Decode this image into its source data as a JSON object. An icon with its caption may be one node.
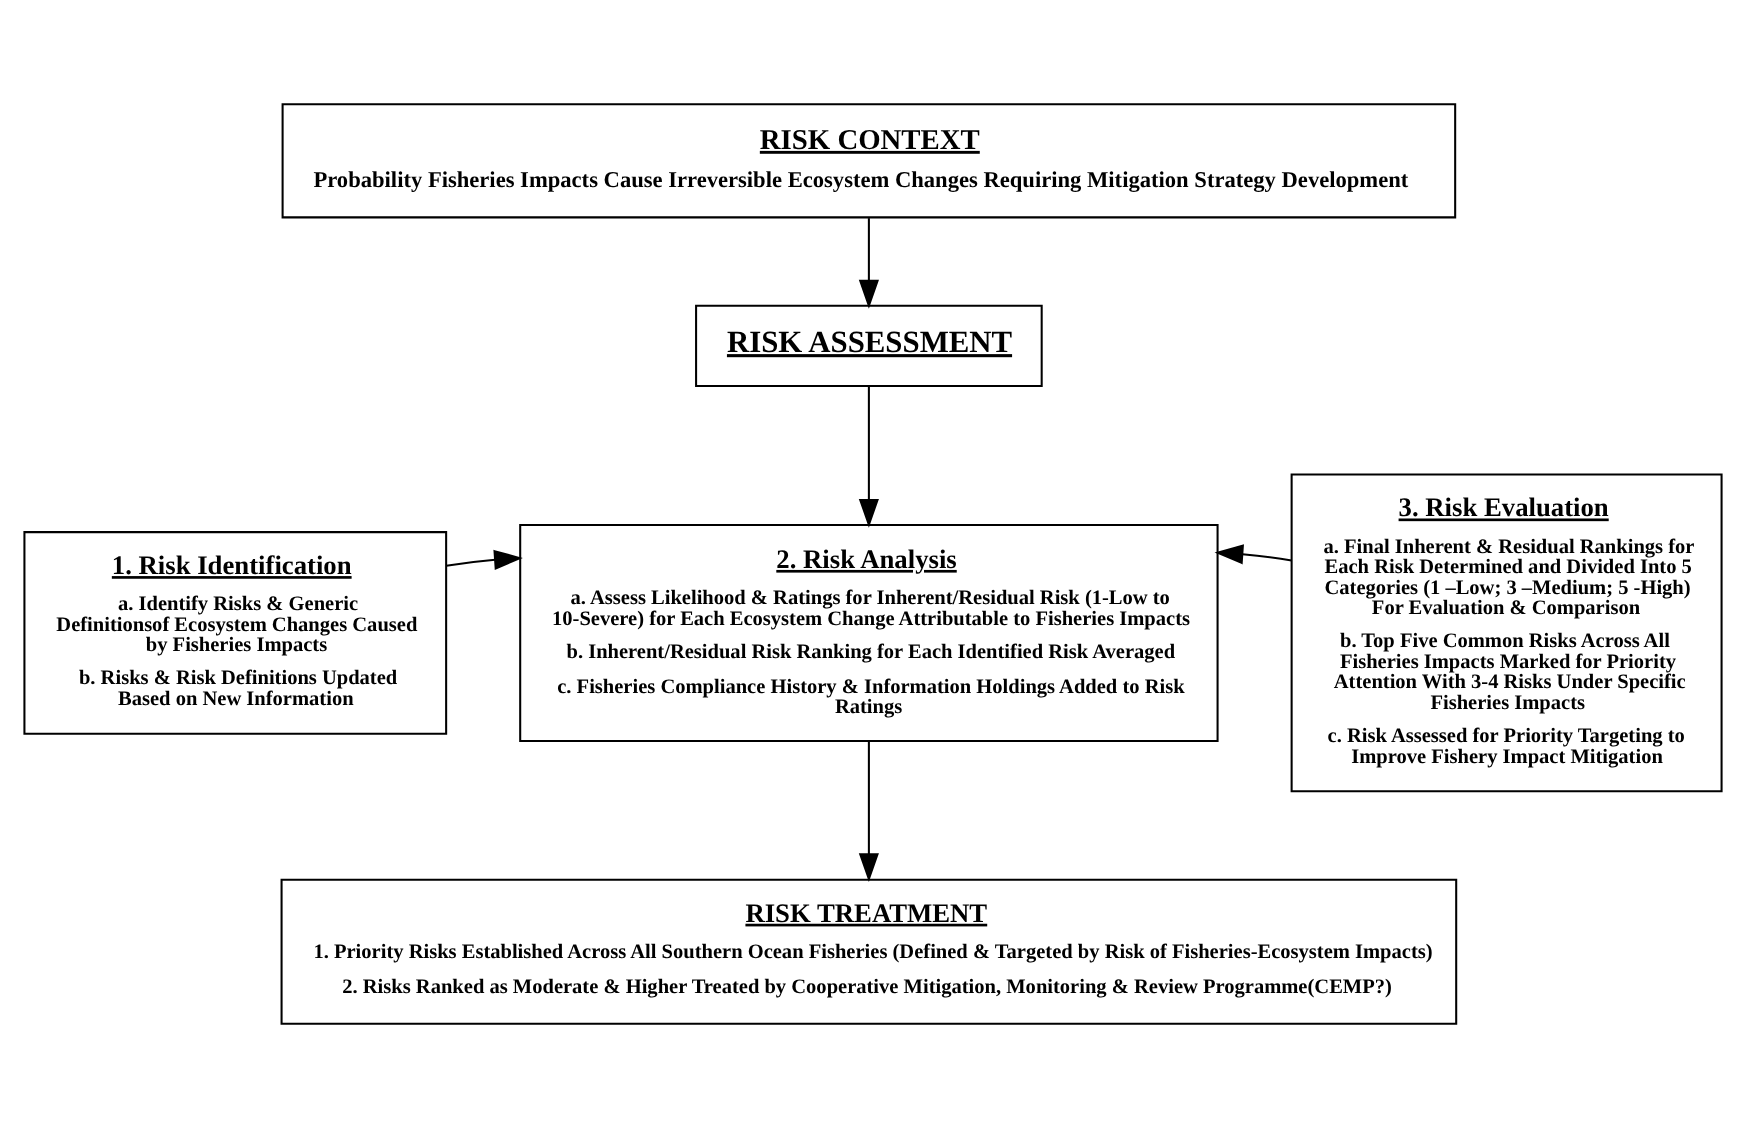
{
  "diagram": {
    "nodes": [
      {
        "text": [
          "RISK CONTEXT",
          "Probability Fisheries Impacts Cause Irreversible Ecosystem Changes Requiring Mitigation Strategy Development"
        ]
      },
      {
        "text": [
          "RISK ASSESSMENT"
        ]
      },
      {
        "text": [
          "1. Risk Identification",
          "a. Identify Risks & Generic Definitionsof Ecosystem Changes Caused by Fisheries Impacts",
          "b. Risks & Risk Definitions Updated Based on New Information"
        ]
      },
      {
        "text": [
          "2. Risk Analysis",
          "a. Assess Likelihood & Ratings for Inherent/Residual Risk (1-Low to 10-Severe) for Each Ecosystem Change Attributable to Fisheries Impacts",
          "b. Inherent/Residual Risk Ranking for Each Identified Risk Averaged",
          "c. Fisheries Compliance History & Information Holdings Added to Risk Ratings"
        ]
      },
      {
        "text": [
          "3. Risk Evaluation",
          "a. Final Inherent & Residual Rankings for Each Risk Determined and Divided Into 5 Categories (1 –Low; 3 –Medium; 5 -High) For Evaluation & Comparison",
          "b. Top Five Common Risks Across All Fisheries Impacts Marked for Priority Attention With 3-4 Risks Under Specific Fisheries Impacts",
          "c. Risk Assessed for Priority Targeting to Improve Fishery Impact Mitigation"
        ]
      },
      {
        "text": [
          "RISK TREATMENT",
          "1. Priority Risks Established Across All Southern Ocean Fisheries (Defined & Targeted by Risk of Fisheries-Ecosystem Impacts)",
          "2. Risks Ranked as Moderate & Higher Treated by Cooperative Mitigation, Monitoring & Review Programme(CEMP?)"
        ]
      }
    ],
    "edges": [
      {
        "from": 0,
        "to": 1,
        "arrow": "to"
      },
      {
        "from": 1,
        "to": 3,
        "arrow": "to"
      },
      {
        "from": 2,
        "to": 3,
        "arrow": "to"
      },
      {
        "from": 4,
        "to": 3,
        "arrow": "to"
      },
      {
        "from": 3,
        "to": 5,
        "arrow": "to"
      }
    ]
  }
}
